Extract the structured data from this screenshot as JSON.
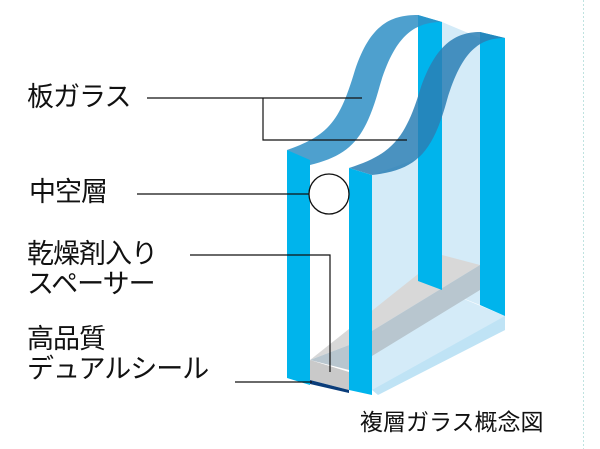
{
  "diagram": {
    "title": "複層ガラス概念図",
    "labels": {
      "plate_glass": "板ガラス",
      "hollow_layer": "中空層",
      "spacer_line1": "乾燥剤入り",
      "spacer_line2": "スペーサー",
      "seal_line1": "高品質",
      "seal_line2": "デュアルシール"
    },
    "colors": {
      "glass_edge": "#00b4ec",
      "glass_top": "#2f9fd6",
      "glass_fill": "#d4ebf8",
      "spacer": "#c9c9c9",
      "seal": "#0a3d7a",
      "line": "#111111"
    }
  }
}
